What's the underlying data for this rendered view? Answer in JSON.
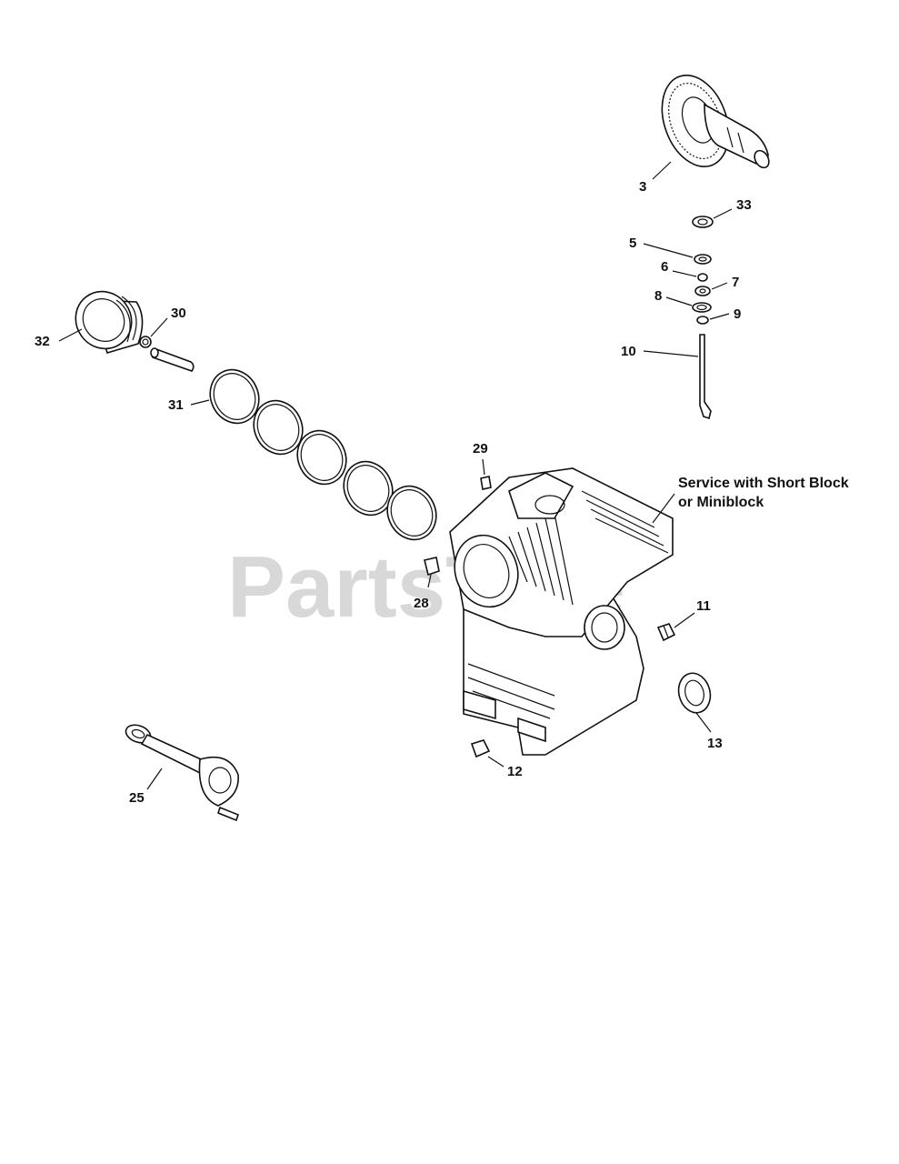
{
  "watermark": "PartsTree",
  "note": {
    "line1": "Service with Short Block",
    "line2": "or Miniblock"
  },
  "callouts": {
    "c3": "3",
    "c5": "5",
    "c6": "6",
    "c7": "7",
    "c8": "8",
    "c9": "9",
    "c10": "10",
    "c11": "11",
    "c12": "12",
    "c13": "13",
    "c25": "25",
    "c28": "28",
    "c29": "29",
    "c30": "30",
    "c31": "31",
    "c32": "32",
    "c33": "33"
  }
}
